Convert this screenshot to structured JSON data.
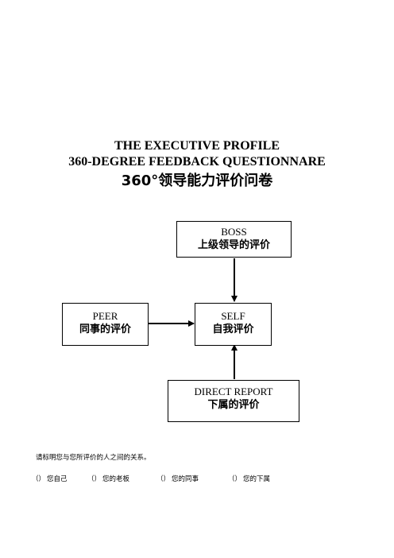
{
  "header": {
    "title_line1": "THE EXECUTIVE PROFILE",
    "title_line2": "360-DEGREE FEEDBACK QUESTIONNARE",
    "title_cn": "360°领导能力评价问卷"
  },
  "diagram": {
    "boss": {
      "en": "BOSS",
      "cn": "上级领导的评价"
    },
    "peer": {
      "en": "PEER",
      "cn": "同事的评价"
    },
    "self": {
      "en": "SELF",
      "cn": "自我评价"
    },
    "direct_report": {
      "en": "DIRECT REPORT",
      "cn": "下属的评价"
    }
  },
  "instruction": "请标明您与您所评价的人之间的关系。",
  "options": [
    {
      "checkbox": "（）",
      "label": "您自己"
    },
    {
      "checkbox": "（）",
      "label": "您的老板"
    },
    {
      "checkbox": "（）",
      "label": "您的同事"
    },
    {
      "checkbox": "（）",
      "label": "您的下属"
    }
  ]
}
